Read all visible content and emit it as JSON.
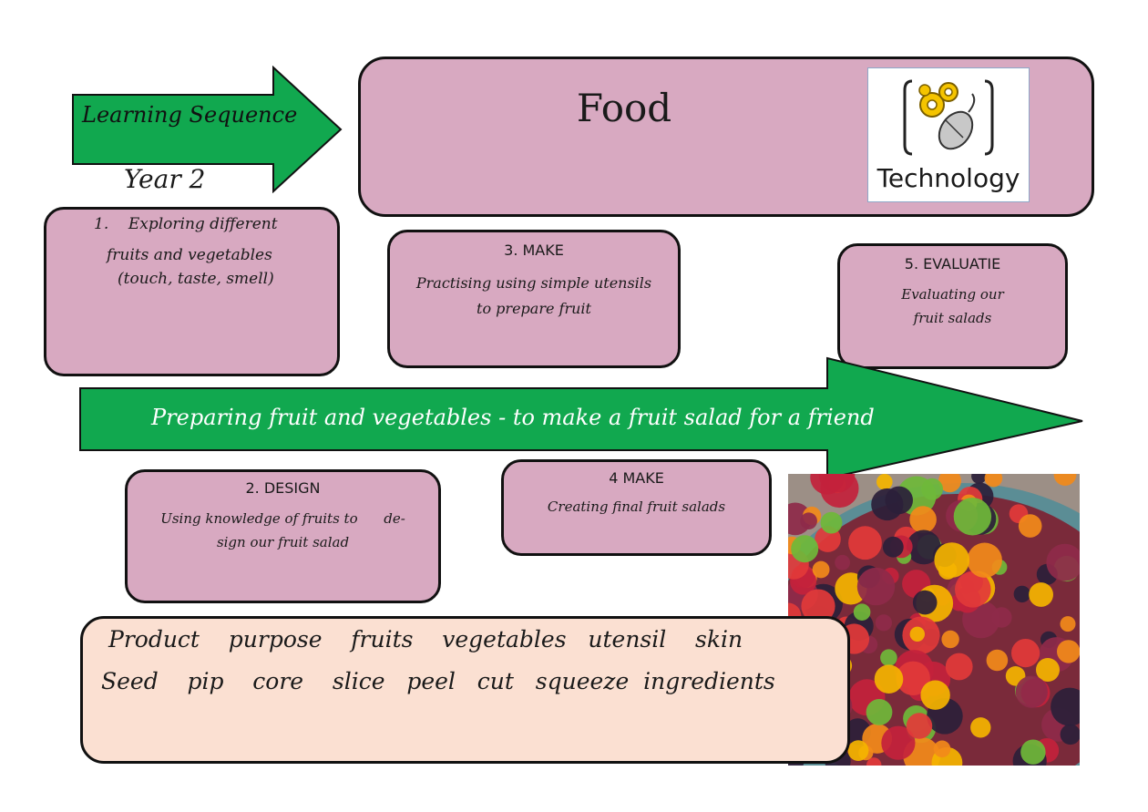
{
  "header": {
    "arrow_label": "Learning Sequence",
    "year": "Year 2",
    "subject": "Food",
    "logo_label": "Technology",
    "logo_icons": [
      "gears-icon",
      "mouse-icon"
    ]
  },
  "steps": [
    {
      "lines": [
        "1.    Exploring different",
        "fruits and vegetables",
        "(touch, taste, smell)"
      ]
    },
    {
      "title": "3. MAKE",
      "lines": [
        "Practising using simple utensils",
        "to prepare fruit"
      ]
    },
    {
      "title": "5. EVALUATIE",
      "lines": [
        "Evaluating our",
        "fruit salads"
      ]
    },
    {
      "title": "2. DESIGN",
      "lines": [
        "Using knowledge of fruits to      de-",
        "sign our fruit salad"
      ]
    },
    {
      "title": "4 MAKE",
      "lines": [
        "Creating final fruit salads"
      ]
    }
  ],
  "main_arrow": {
    "text": "Preparing fruit and vegetables - to make a fruit salad for a friend"
  },
  "vocabulary": {
    "line1": "Product    purpose    fruits    vegetables   utensil    skin",
    "line2": "Seed    pip    core    slice   peel   cut   squeeze  ingredients"
  },
  "photo": {
    "subject": "fruit-salad-photo"
  },
  "colors": {
    "box_pink": "#d8a9c1",
    "arrow_green": "#11a84f",
    "vocab_peach": "#fbe0d2"
  }
}
